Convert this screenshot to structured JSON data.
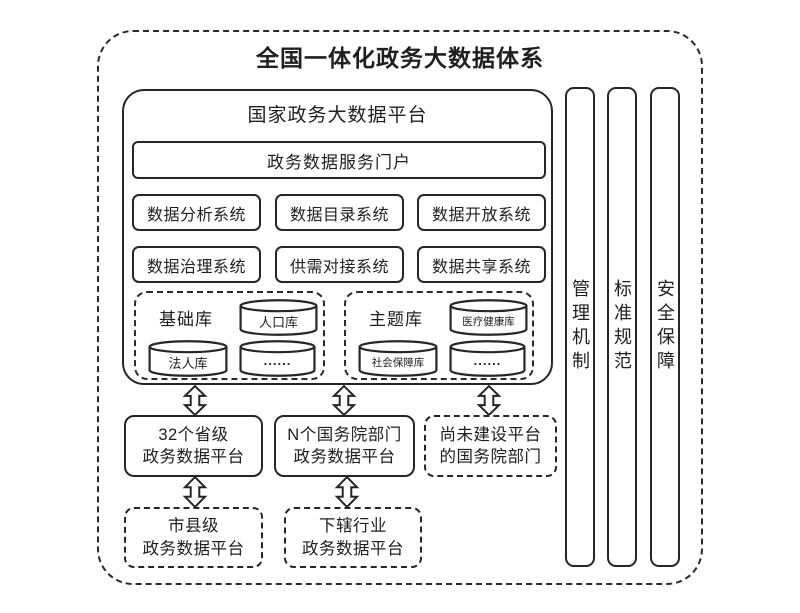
{
  "diagram": {
    "title": "全国一体化政务大数据体系",
    "platform": {
      "title": "国家政务大数据平台",
      "portal": "政务数据服务门户",
      "systems": [
        "数据分析系统",
        "数据目录系统",
        "数据开放系统",
        "数据治理系统",
        "供需对接系统",
        "数据共享系统"
      ],
      "libraries": [
        {
          "label": "基础库",
          "cylinders": [
            "人口库",
            "法人库",
            "......"
          ]
        },
        {
          "label": "主题库",
          "cylinders": [
            "医疗健康库",
            "社会保障库",
            "......"
          ]
        }
      ]
    },
    "pillars": [
      "管理机制",
      "标准规范",
      "安全保障"
    ],
    "mid_row": [
      {
        "label": "32个省级\n政务数据平台"
      },
      {
        "label": "N个国务院部门\n政务数据平台"
      },
      {
        "label": "尚未建设平台\n的国务院部门"
      }
    ],
    "bottom_row": [
      {
        "label": "市县级\n政务数据平台"
      },
      {
        "label": "下辖行业\n政务数据平台"
      }
    ],
    "colors": {
      "line": "#262626",
      "background": "#ffffff"
    }
  }
}
